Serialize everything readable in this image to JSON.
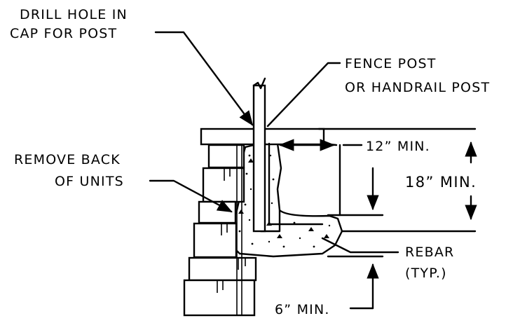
{
  "labels": {
    "drill_line1": "DRILL HOLE IN",
    "drill_line2": "CAP FOR POST",
    "fence_line1": "FENCE POST",
    "fence_line2": "OR HANDRAIL POST",
    "remove_line1": "REMOVE BACK",
    "remove_line2": "OF UNITS",
    "dim_12": "12” MIN.",
    "dim_18": "18” MIN.",
    "rebar_line1": "REBAR",
    "rebar_line2": "(TYP.)",
    "dim_6": "6” MIN."
  }
}
